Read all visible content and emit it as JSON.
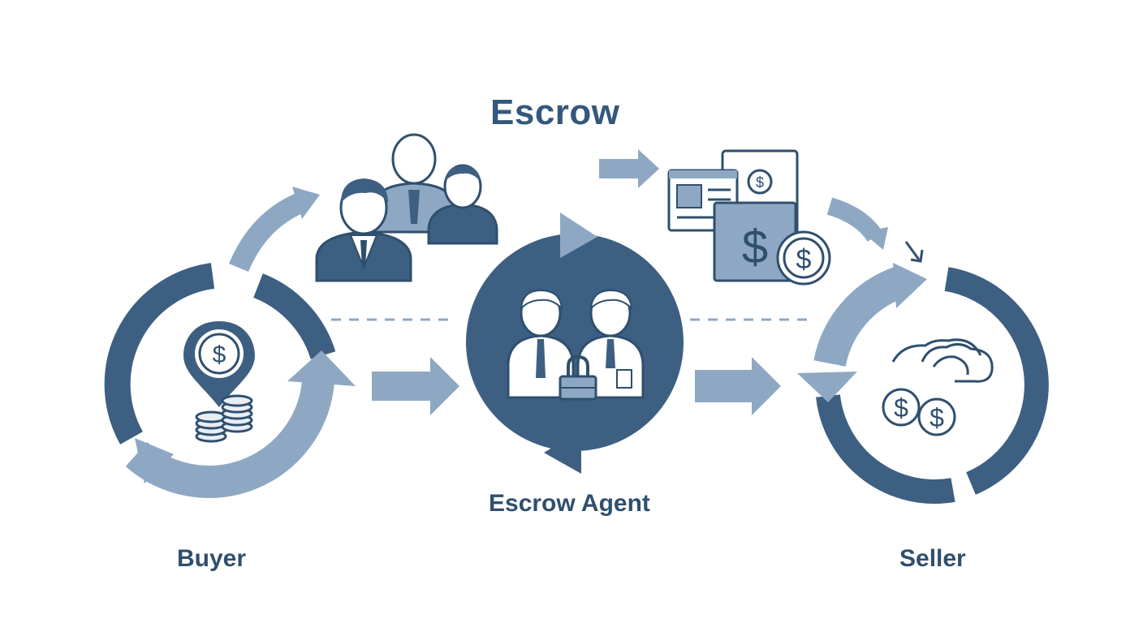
{
  "title": "Escrow",
  "nodes": {
    "buyer": "Buyer",
    "agent": "Escrow Agent",
    "seller": "Seller"
  },
  "colors": {
    "dark": "#3d5f82",
    "light": "#8ea8c3",
    "text": "#2f4f6e",
    "background": "#ffffff"
  },
  "icons": [
    "dollar-pin-icon",
    "coin-stack-icon",
    "people-group-icon",
    "agents-with-lock-icon",
    "document-money-icon",
    "cloud-money-icon",
    "cycle-arrow-icon",
    "flow-arrow-icon"
  ]
}
